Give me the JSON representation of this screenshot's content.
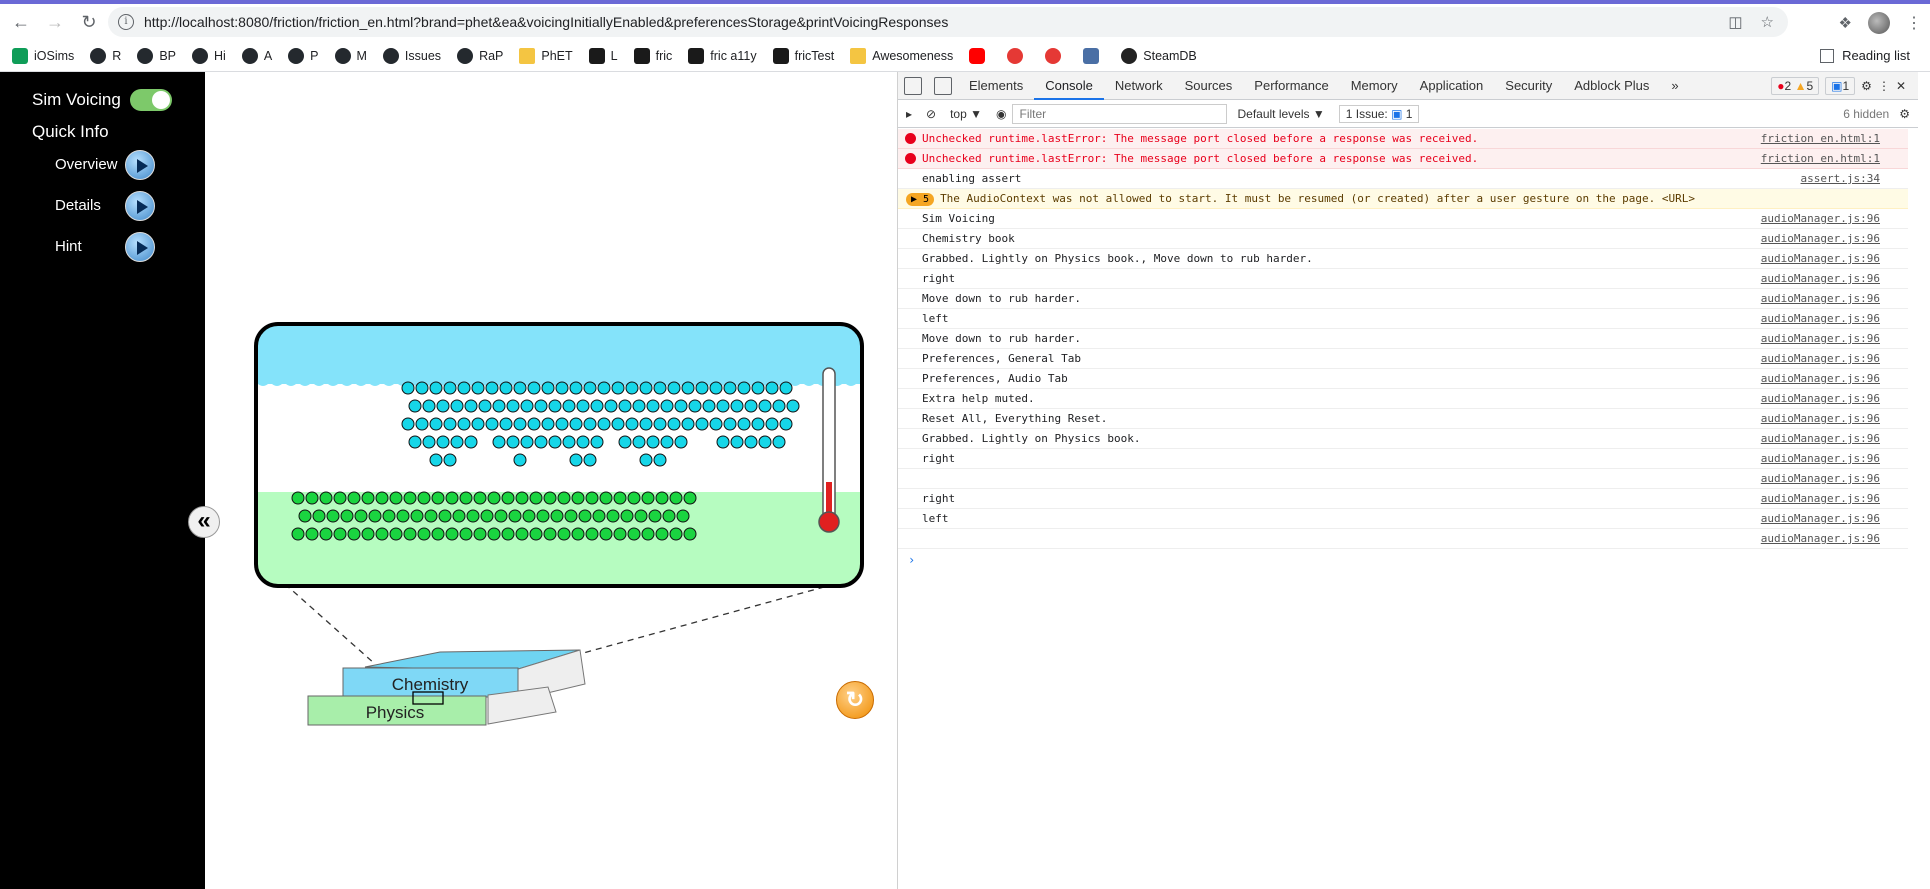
{
  "browser": {
    "url": "http://localhost:8080/friction/friction_en.html?brand=phet&ea&voicingInitiallyEnabled&preferencesStorage&printVoicingResponses",
    "bookmarks": [
      "iOSims",
      "R",
      "BP",
      "Hi",
      "A",
      "P",
      "M",
      "Issues",
      "RaP",
      "PhET",
      "L",
      "fric",
      "fric a11y",
      "fricTest",
      "Awesomeness",
      "",
      "",
      "",
      "",
      "SteamDB"
    ],
    "reading_list": "Reading list"
  },
  "sim": {
    "voicing_label": "Sim Voicing",
    "voicing_on": true,
    "quick_info_label": "Quick Info",
    "items": [
      {
        "label": "Overview"
      },
      {
        "label": "Details"
      },
      {
        "label": "Hint"
      }
    ],
    "book_top": "Chemistry",
    "book_bottom": "Physics",
    "colors": {
      "top_bg": "#84e3fa",
      "bottom_bg": "#b6fcc0",
      "top_atoms": "#16d6e8",
      "bottom_atoms": "#1ad440"
    }
  },
  "devtools": {
    "tabs": [
      "Elements",
      "Console",
      "Network",
      "Sources",
      "Performance",
      "Memory",
      "Application",
      "Security",
      "Adblock Plus",
      "»"
    ],
    "active_tab": "Console",
    "errors": "2",
    "warnings": "5",
    "messages": "1",
    "context": "top ▼",
    "filter_placeholder": "Filter",
    "levels": "Default levels ▼",
    "issues": "1 Issue:",
    "issues_count": "1",
    "hidden": "6 hidden",
    "log": [
      {
        "type": "error",
        "text": "Unchecked runtime.lastError: The message port closed before a response was received.",
        "src": "friction en.html:1"
      },
      {
        "type": "error",
        "text": "Unchecked runtime.lastError: The message port closed before a response was received.",
        "src": "friction en.html:1"
      },
      {
        "type": "log",
        "text": "enabling assert",
        "src": "assert.js:34"
      },
      {
        "type": "warn",
        "count": "5",
        "text": "The AudioContext was not allowed to start. It must be resumed (or created) after a user gesture on the page. <URL>",
        "src": ""
      },
      {
        "type": "log",
        "text": "Sim Voicing",
        "src": "audioManager.js:96"
      },
      {
        "type": "log",
        "text": "Chemistry book",
        "src": "audioManager.js:96"
      },
      {
        "type": "log",
        "text": "Grabbed. Lightly on Physics book., Move down to rub harder.",
        "src": "audioManager.js:96"
      },
      {
        "type": "log",
        "text": "right",
        "src": "audioManager.js:96"
      },
      {
        "type": "log",
        "text": "Move down to rub harder.",
        "src": "audioManager.js:96"
      },
      {
        "type": "log",
        "text": "left",
        "src": "audioManager.js:96"
      },
      {
        "type": "log",
        "text": "Move down to rub harder.",
        "src": "audioManager.js:96"
      },
      {
        "type": "log",
        "text": "Preferences, General Tab",
        "src": "audioManager.js:96"
      },
      {
        "type": "log",
        "text": "Preferences, Audio Tab",
        "src": "audioManager.js:96"
      },
      {
        "type": "log",
        "text": "Extra help muted.",
        "src": "audioManager.js:96"
      },
      {
        "type": "log",
        "text": "Reset All, Everything Reset.",
        "src": "audioManager.js:96"
      },
      {
        "type": "log",
        "text": "Grabbed. Lightly on Physics book.",
        "src": "audioManager.js:96"
      },
      {
        "type": "log",
        "text": "right",
        "src": "audioManager.js:96"
      },
      {
        "type": "log",
        "text": "",
        "src": "audioManager.js:96"
      },
      {
        "type": "log",
        "text": "right",
        "src": "audioManager.js:96"
      },
      {
        "type": "log",
        "text": "left",
        "src": "audioManager.js:96"
      },
      {
        "type": "log",
        "text": "",
        "src": "audioManager.js:96"
      }
    ]
  }
}
